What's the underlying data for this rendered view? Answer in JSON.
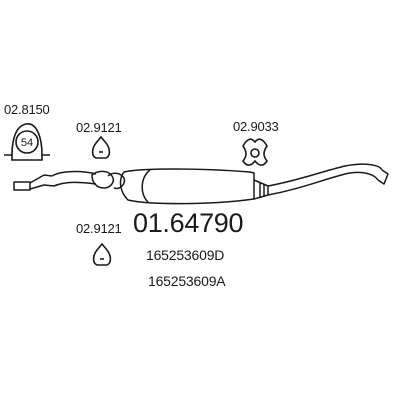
{
  "parts": {
    "clamp_54": {
      "code": "02.8150",
      "size_marking": "54"
    },
    "ring_upper": {
      "code": "02.9121"
    },
    "ring_lower": {
      "code": "02.9121"
    },
    "hanger": {
      "code": "02.9033"
    }
  },
  "main_part": {
    "number": "01.64790",
    "oem_numbers": [
      "165253609D",
      "165253609A"
    ]
  }
}
